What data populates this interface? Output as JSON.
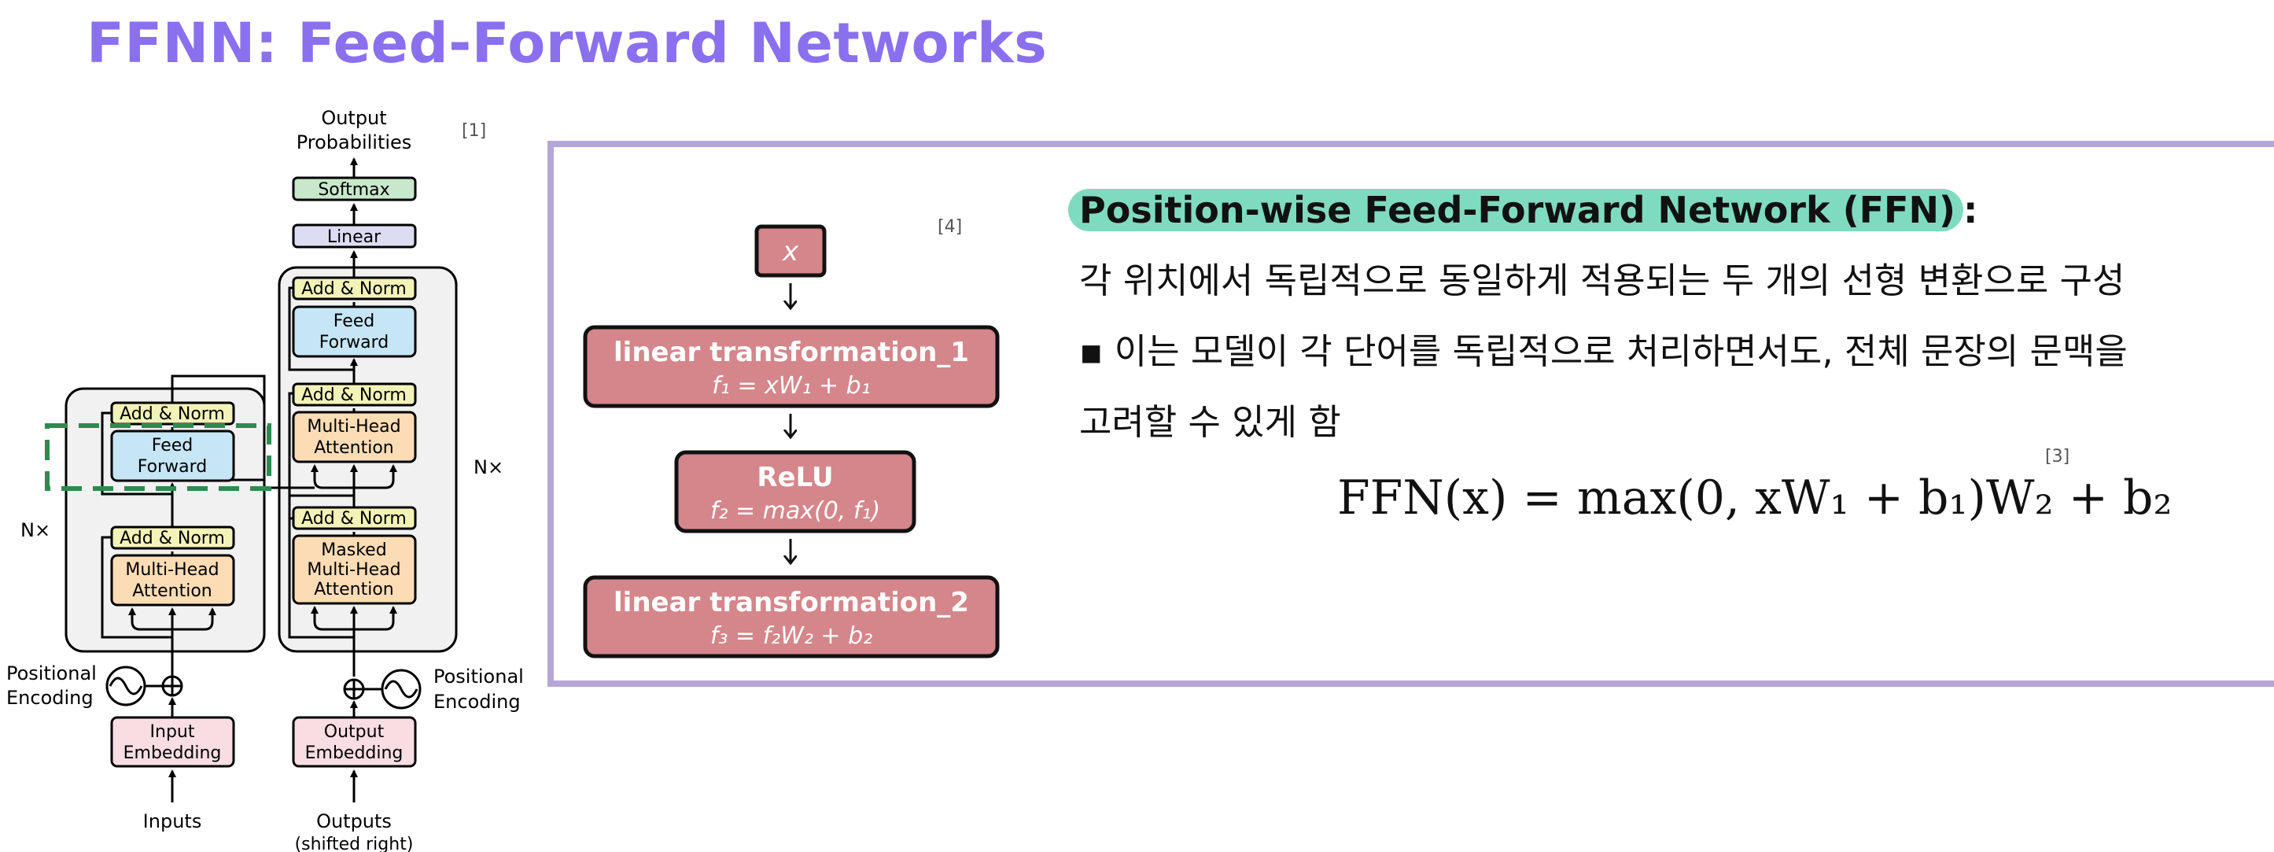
{
  "page": {
    "title": "FFNN: Feed-Forward Networks"
  },
  "transformer": {
    "ref": "[1]",
    "output_probabilities_line1": "Output",
    "output_probabilities_line2": "Probabilities",
    "softmax": "Softmax",
    "linear": "Linear",
    "add_norm": "Add & Norm",
    "feed_forward_line1": "Feed",
    "feed_forward_line2": "Forward",
    "multi_head_line1": "Multi-Head",
    "multi_head_line2": "Attention",
    "masked_line1": "Masked",
    "masked_line2": "Multi-Head",
    "masked_line3": "Attention",
    "nx": "N×",
    "positional_line1": "Positional",
    "positional_line2": "Encoding",
    "input_embedding_line1": "Input",
    "input_embedding_line2": "Embedding",
    "output_embedding_line1": "Output",
    "output_embedding_line2": "Embedding",
    "inputs": "Inputs",
    "outputs_line1": "Outputs",
    "outputs_line2": "(shifted right)"
  },
  "ffn_flow": {
    "ref": "[4]",
    "x": "x",
    "linear1_title": "linear transformation_1",
    "linear1_formula": "f₁ = xW₁ + b₁",
    "relu_title": "ReLU",
    "relu_formula": "f₂ = max(0, f₁)",
    "linear2_title": "linear transformation_2",
    "linear2_formula": "f₃ = f₂W₂ + b₂"
  },
  "description": {
    "heading": "Position-wise Feed-Forward Network (FFN)",
    "heading_suffix": ":",
    "line1": "각 위치에서 독립적으로 동일하게 적용되는 두 개의 선형 변환으로 구성",
    "line2": "▪ 이는 모델이 각 단어를 독립적으로 처리하면서도, 전체 문장의 문맥을",
    "line3": "고려할 수 있게 함",
    "formula": "FFN(x) = max(0, xW₁ + b₁)W₂ + b₂",
    "ref": "[3]"
  },
  "colors": {
    "title": "#8a70ee",
    "panel_border": "#b5a6d8",
    "highlight": "#7fdbbf",
    "flow_box": "#d4868a",
    "add_norm": "#f3f3b9",
    "feed_forward": "#c6e6f5",
    "attention": "#fcdcb5",
    "embedding": "#f8dde3",
    "softmax": "#c8e8cc",
    "linear": "#dcdcf3",
    "dashed_highlight": "#2e8a4f"
  }
}
